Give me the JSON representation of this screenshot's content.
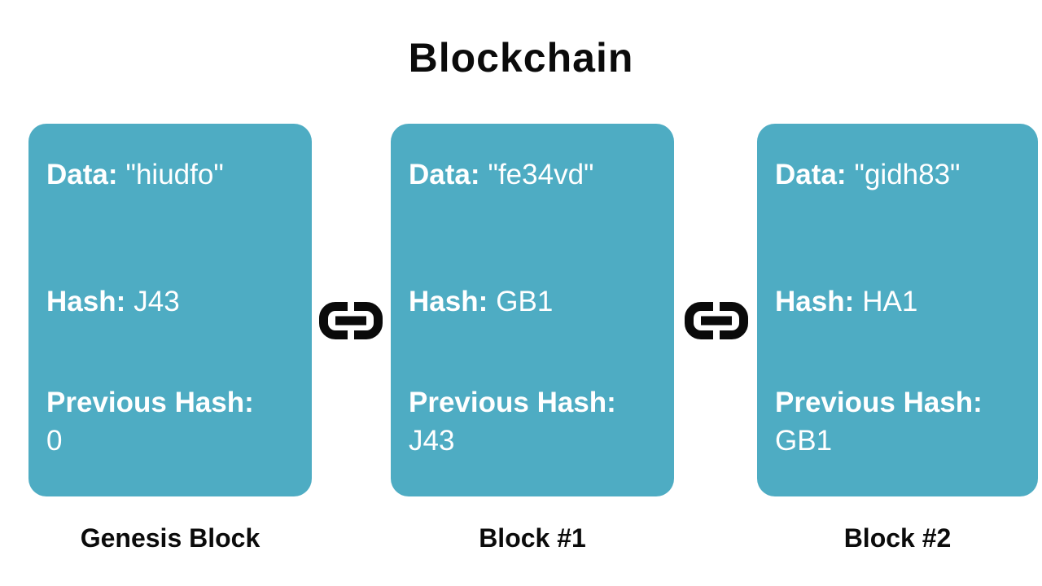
{
  "page": {
    "title": "Blockchain"
  },
  "colors": {
    "background": "#ffffff",
    "block_fill": "#4EACC3",
    "block_text": "#ffffff",
    "heading_text": "#0b0b0b",
    "chain_icon": "#0a0a0a"
  },
  "icons": {
    "between_blocks": "chain-link-icon"
  },
  "blocks": [
    {
      "caption": "Genesis Block",
      "fields": {
        "data": {
          "label": "Data:",
          "value": "\"hiudfo\""
        },
        "hash": {
          "label": "Hash:",
          "value": "J43"
        },
        "previous_hash": {
          "label": "Previous Hash:",
          "value": "0"
        }
      }
    },
    {
      "caption": "Block #1",
      "fields": {
        "data": {
          "label": "Data:",
          "value": "\"fe34vd\""
        },
        "hash": {
          "label": "Hash:",
          "value": "GB1"
        },
        "previous_hash": {
          "label": "Previous Hash:",
          "value": "J43"
        }
      }
    },
    {
      "caption": "Block #2",
      "fields": {
        "data": {
          "label": "Data:",
          "value": "\"gidh83\""
        },
        "hash": {
          "label": "Hash:",
          "value": "HA1"
        },
        "previous_hash": {
          "label": "Previous Hash:",
          "value": "GB1"
        }
      }
    }
  ]
}
